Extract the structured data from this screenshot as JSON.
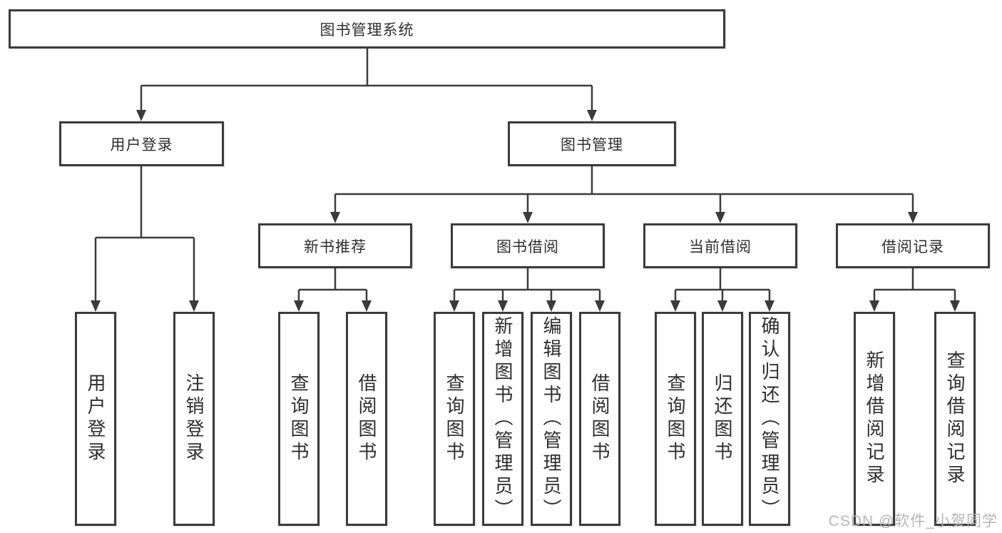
{
  "title": "图书管理系统",
  "watermark": "CSDN @软件_小贺同学",
  "colors": {
    "line": "#3b3b3b",
    "box_border": "#3b3b3b",
    "text": "#2e2e2e",
    "watermark": "#b5b5b5",
    "background": "#ffffff"
  },
  "nodes": {
    "root": {
      "label": "图书管理系统"
    },
    "user_login": {
      "label": "用户登录"
    },
    "book_mgmt": {
      "label": "图书管理"
    },
    "new_book_rec": {
      "label": "新书推荐"
    },
    "book_borrow": {
      "label": "图书借阅"
    },
    "current_borrow": {
      "label": "当前借阅"
    },
    "borrow_records": {
      "label": "借阅记录"
    },
    "leaf_user_login": {
      "label": "用户登录"
    },
    "leaf_logout": {
      "label": "注销登录"
    },
    "leaf_query_book_rec": {
      "label": "查询图书"
    },
    "leaf_borrow_book_rec": {
      "label": "借阅图书"
    },
    "leaf_query_book_borrow": {
      "label": "查询图书"
    },
    "leaf_add_book": {
      "label": "新增图书（管理员）"
    },
    "leaf_edit_book": {
      "label": "编辑图书（管理员）"
    },
    "leaf_borrow_book_borrow": {
      "label": "借阅图书"
    },
    "leaf_query_book_current": {
      "label": "查询图书"
    },
    "leaf_return_book": {
      "label": "归还图书"
    },
    "leaf_confirm_return": {
      "label": "确认归还（管理员）"
    },
    "leaf_add_record": {
      "label": "新增借阅记录"
    },
    "leaf_query_record": {
      "label": "查询借阅记录"
    }
  },
  "structure": [
    {
      "label": "图书管理系统",
      "children": [
        {
          "label": "用户登录",
          "children": [
            {
              "label": "用户登录"
            },
            {
              "label": "注销登录"
            }
          ]
        },
        {
          "label": "图书管理",
          "children": [
            {
              "label": "新书推荐",
              "children": [
                {
                  "label": "查询图书"
                },
                {
                  "label": "借阅图书"
                }
              ]
            },
            {
              "label": "图书借阅",
              "children": [
                {
                  "label": "查询图书"
                },
                {
                  "label": "新增图书（管理员）"
                },
                {
                  "label": "编辑图书（管理员）"
                },
                {
                  "label": "借阅图书"
                }
              ]
            },
            {
              "label": "当前借阅",
              "children": [
                {
                  "label": "查询图书"
                },
                {
                  "label": "归还图书"
                },
                {
                  "label": "确认归还（管理员）"
                }
              ]
            },
            {
              "label": "借阅记录",
              "children": [
                {
                  "label": "新增借阅记录"
                },
                {
                  "label": "查询借阅记录"
                }
              ]
            }
          ]
        }
      ]
    }
  ]
}
